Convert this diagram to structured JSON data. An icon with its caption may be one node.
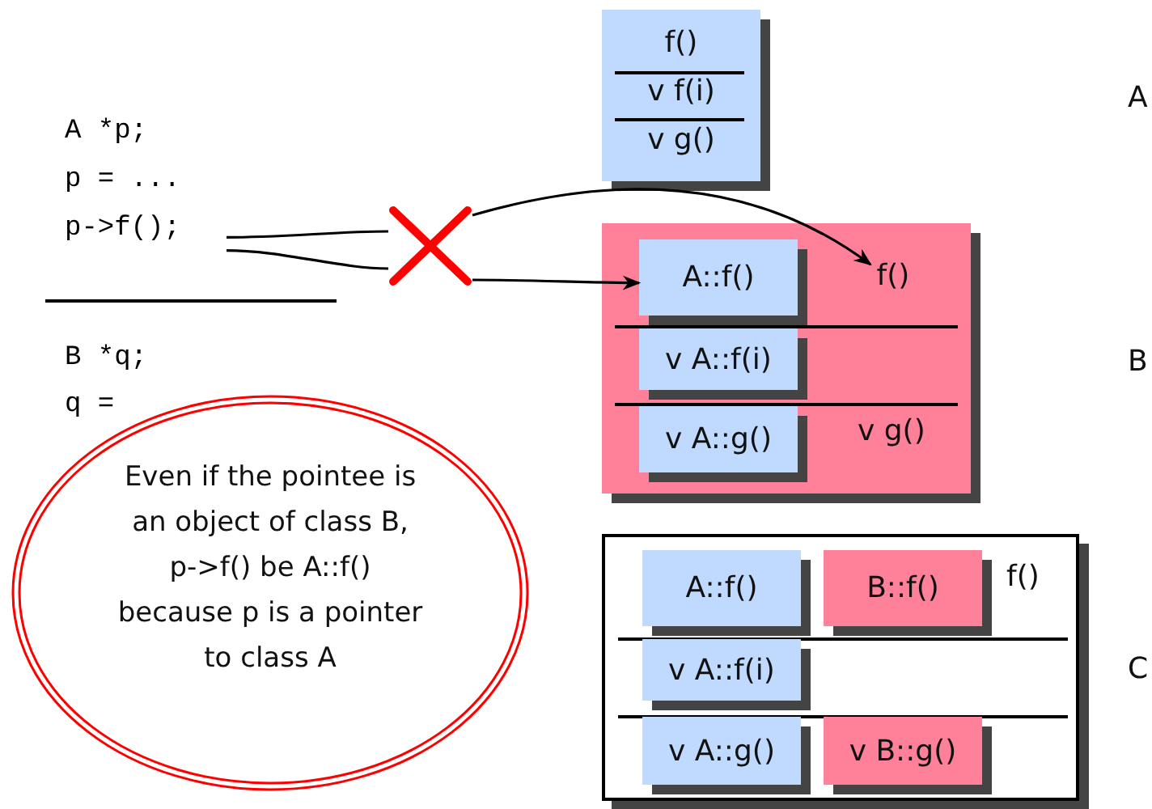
{
  "diagram": {
    "nodes": [
      {
        "text": [
          "A *p;",
          "p = ...",
          "p->f();"
        ]
      },
      {
        "text": [],
        "shape": "cross"
      },
      {
        "text": [
          "f()",
          "v f(i)",
          "v g()"
        ]
      },
      {
        "text": [
          "v g()"
        ]
      },
      {
        "text": [
          "A::f()"
        ],
        "in": 3
      },
      {
        "text": [
          "f()"
        ],
        "in": 3
      },
      {
        "text": [
          "v A::f(i)"
        ],
        "in": 3
      },
      {
        "text": [
          "v A::g()"
        ],
        "in": 3
      },
      {
        "text": [
          "f()"
        ]
      },
      {
        "text": [
          "A::f()"
        ],
        "in": 8
      },
      {
        "text": [
          "B::f()"
        ],
        "in": 8
      },
      {
        "text": [
          "v A::f(i)"
        ],
        "in": 8
      },
      {
        "text": [
          "v A::g()"
        ],
        "in": 8
      },
      {
        "text": [
          "v B::g()"
        ],
        "in": 8
      },
      {
        "text": [
          "Even if the pointee is an object of class B, p->f() be A::f() because p is a pointer to class A"
        ]
      }
    ],
    "edges": [
      {
        "from": 0,
        "to": 1,
        "arrow": "none"
      },
      {
        "from": 0,
        "to": 1,
        "arrow": "none"
      },
      {
        "from": 1,
        "to": 5,
        "arrow": "to"
      },
      {
        "from": 1,
        "to": 4,
        "arrow": "to"
      }
    ],
    "labels": [
      "A",
      "B *q;",
      "B",
      "q =",
      "C"
    ]
  }
}
